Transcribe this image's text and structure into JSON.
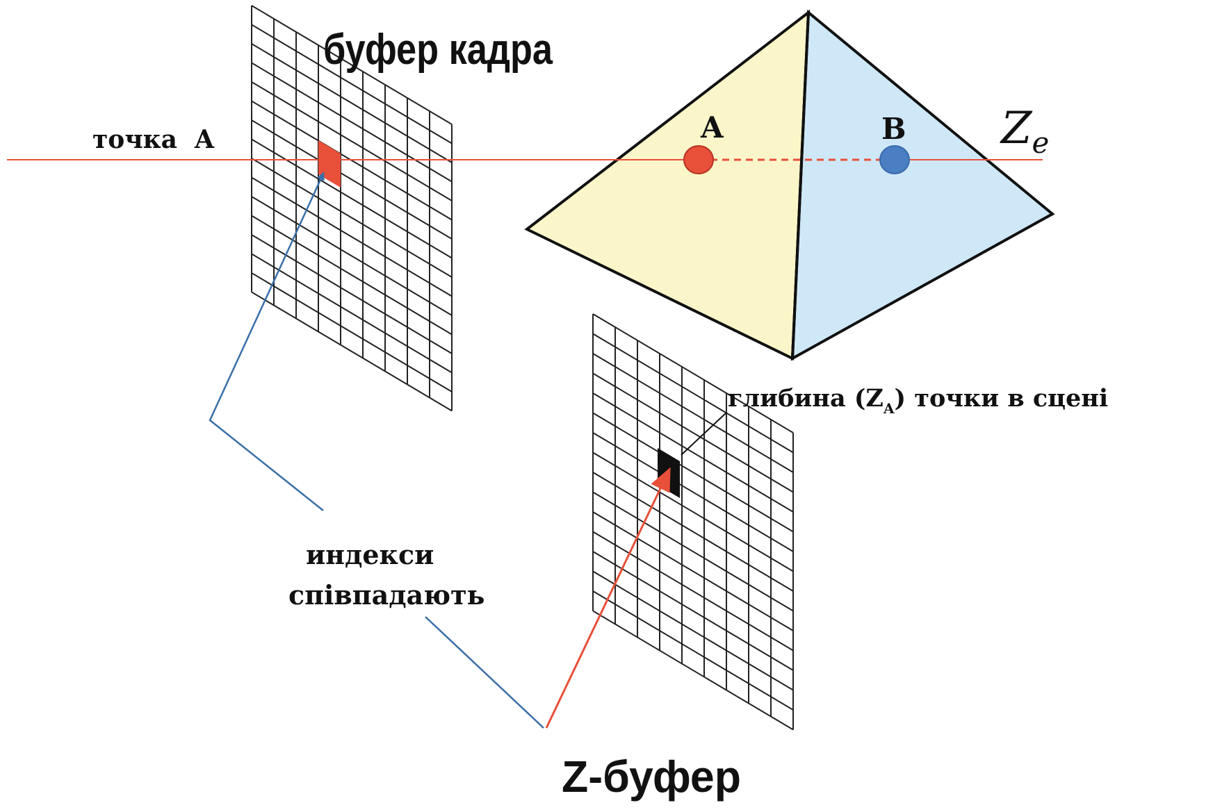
{
  "labels": {
    "frame_buffer": "буфер кадра",
    "point_a": "точка  A",
    "vertex_a": "A",
    "vertex_b": "B",
    "z_axis_main": "Z",
    "z_axis_sub": "e",
    "depth_prefix": "глибина (Z",
    "depth_sub": "A",
    "depth_suffix": ") точки в сцені",
    "indices_line1": "индекси",
    "indices_line2": "співпадають",
    "z_buffer": "Z-буфер"
  },
  "colors": {
    "ray": "#e8503a",
    "point_a": "#e8503a",
    "point_b": "#4a7fc4",
    "face_left": "#fbf6c9",
    "face_right": "#cfe8f8",
    "leader_blue": "#3a6fa8",
    "arrow_red": "#e8503a",
    "grid": "#222222",
    "text": "#111111"
  }
}
